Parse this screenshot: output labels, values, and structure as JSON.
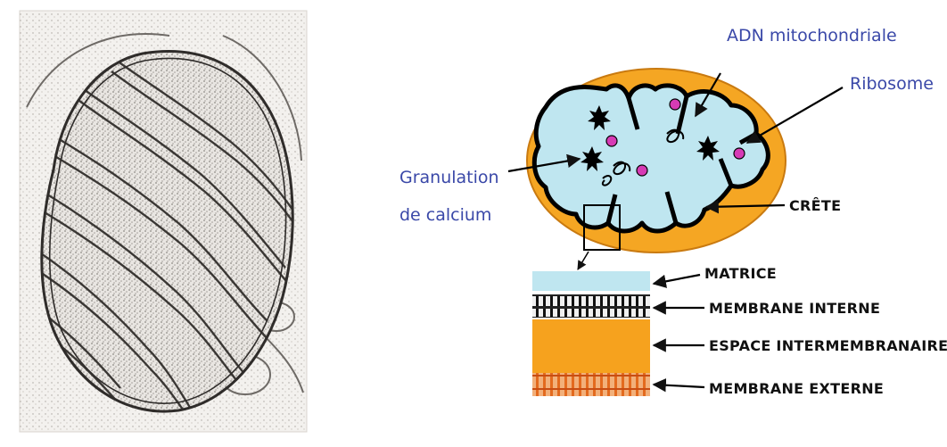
{
  "labels": {
    "adn": "ADN mitochondriale",
    "ribosome": "Ribosome",
    "granulation_line1": "Granulation",
    "granulation_line2": "de calcium",
    "crete": "CRÊTE",
    "matrice": "MATRICE",
    "membrane_interne": "MEMBRANE INTERNE",
    "espace": "ESPACE INTERMEMBRANAIRE",
    "membrane_externe": "MEMBRANE EXTERNE"
  },
  "colors": {
    "label_blue": "#3a48a8",
    "outer_orange": "#f5a623",
    "matrix_blue": "#bfe6f0",
    "ribosome_magenta": "#d63bb5",
    "espace_orange": "#f6a21e",
    "externe_orange": "#e8782a"
  }
}
